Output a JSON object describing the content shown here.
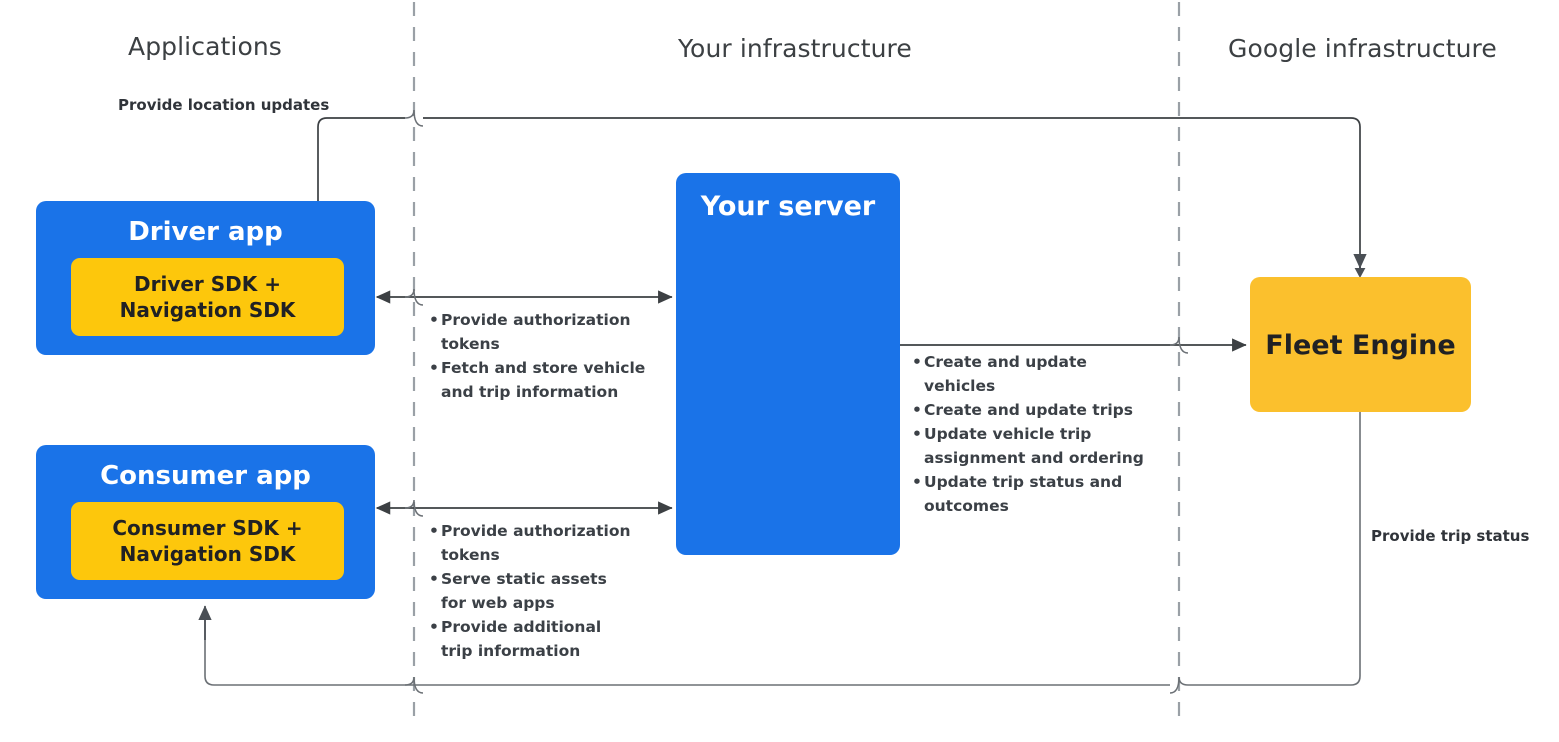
{
  "columns": [
    {
      "label": "Applications"
    },
    {
      "label": "Your infrastructure"
    },
    {
      "label": "Google infrastructure"
    }
  ],
  "nodes": {
    "driver_app": {
      "title": "Driver app",
      "inner": "Driver SDK +\nNavigation SDK"
    },
    "consumer_app": {
      "title": "Consumer app",
      "inner": "Consumer SDK +\nNavigation SDK"
    },
    "your_server": {
      "title": "Your server"
    },
    "fleet_engine": {
      "title": "Fleet Engine"
    }
  },
  "edge_labels": {
    "location_updates": "Provide location updates",
    "trip_status": "Provide trip status"
  },
  "bullet_groups": {
    "driver_to_server": [
      "Provide authorization tokens",
      "Fetch and store vehicle and trip information"
    ],
    "consumer_to_server": [
      "Provide authorization tokens",
      "Serve static assets for web apps",
      "Provide additional trip information"
    ],
    "server_to_fleet": [
      "Create and update vehicles",
      "Create and update trips",
      "Update vehicle trip assignment and ordering",
      "Update trip status and outcomes"
    ]
  },
  "colors": {
    "blue": "#1a73e8",
    "yellow": "#fbc02d",
    "inner_yellow": "#fdc70c",
    "line": "#3c4043",
    "divider": "#9aa0a6",
    "header_text": "#3c4043",
    "body_text": "#3b4046"
  }
}
